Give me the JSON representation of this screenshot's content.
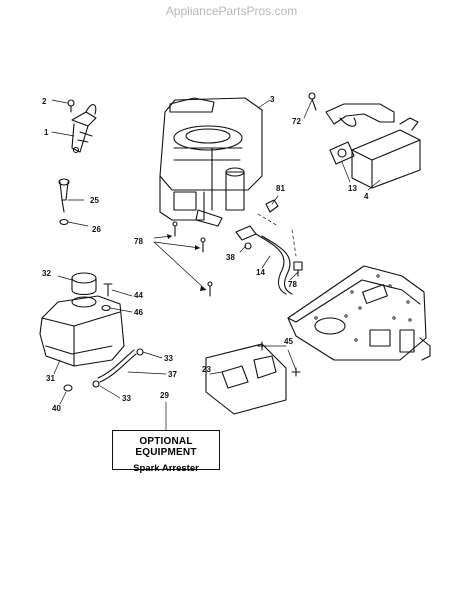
{
  "watermark": "AppliancePartsPros.com",
  "callouts": [
    "2",
    "1",
    "3",
    "72",
    "25",
    "26",
    "81",
    "13",
    "4",
    "78",
    "38",
    "14",
    "78",
    "32",
    "44",
    "46",
    "33",
    "31",
    "37",
    "40",
    "33",
    "29",
    "23",
    "45"
  ],
  "optional_box": {
    "title": "OPTIONAL EQUIPMENT",
    "subtitle": "Spark Arrester"
  }
}
